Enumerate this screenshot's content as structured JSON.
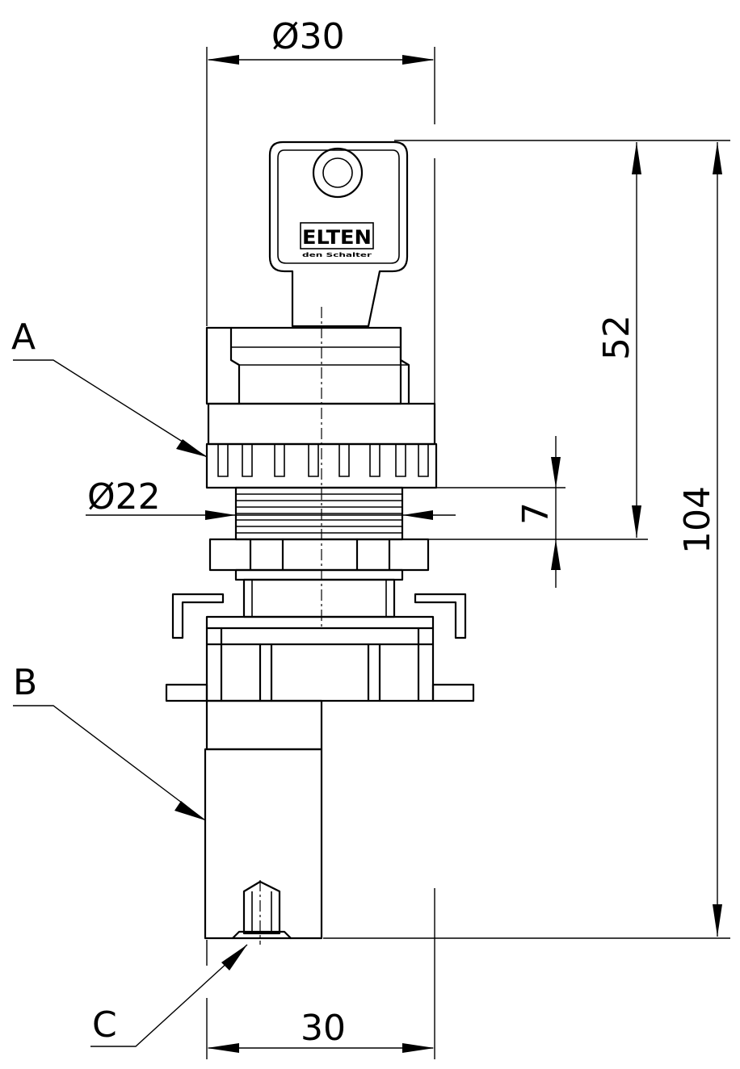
{
  "dimensions": {
    "top_diameter": "Ø30",
    "thread_diameter": "Ø22",
    "key_height": "52",
    "thread_length": "7",
    "total_height": "104",
    "body_width": "30"
  },
  "callouts": {
    "a": "A",
    "b": "B",
    "c": "C"
  },
  "key_logo": {
    "brand": "ELTEN",
    "tagline": "den Schalter"
  }
}
